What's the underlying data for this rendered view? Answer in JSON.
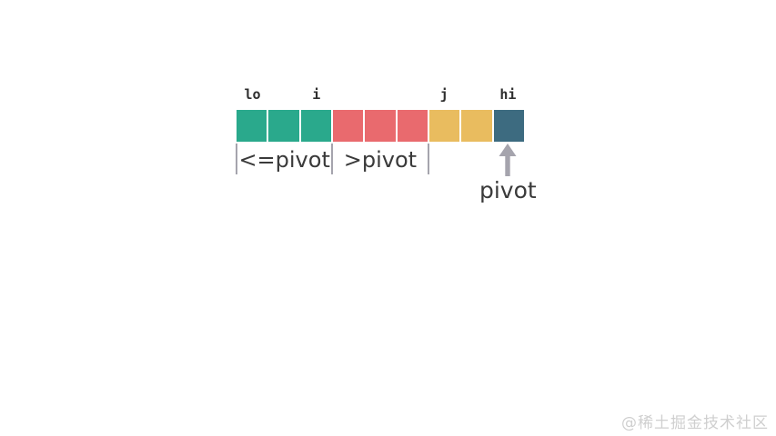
{
  "diagram": {
    "cells": [
      "green",
      "green",
      "green",
      "red",
      "red",
      "red",
      "yellow",
      "yellow",
      "dark"
    ],
    "colors": {
      "green": "#2aa98c",
      "red": "#e96a6e",
      "yellow": "#e9bc5f",
      "dark": "#3d6b80",
      "marker_gray": "#a5a4ad",
      "label_text": "#3a3a3a"
    },
    "pointers": [
      {
        "label": "lo",
        "cell": 0
      },
      {
        "label": "i",
        "cell": 2
      },
      {
        "label": "j",
        "cell": 6
      },
      {
        "label": "hi",
        "cell": 8
      }
    ],
    "region_boundaries": [
      0,
      3,
      6
    ],
    "regions": [
      {
        "label": "<=pivot",
        "start": 0,
        "end": 3
      },
      {
        "label": ">pivot",
        "start": 3,
        "end": 6
      }
    ],
    "pivot": {
      "label": "pivot",
      "cell": 8
    }
  },
  "watermark": "@稀土掘金技术社区"
}
